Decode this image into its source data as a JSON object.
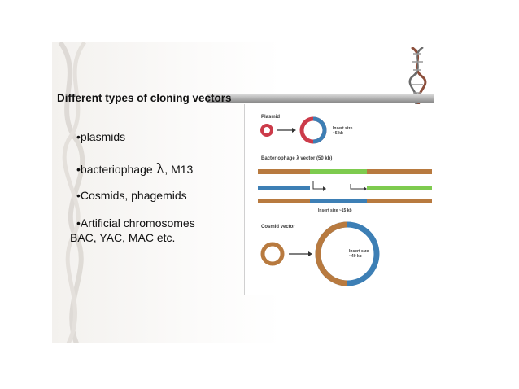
{
  "slide": {
    "title": "Different types of cloning vectors",
    "bullets": [
      {
        "text": "•plasmids"
      },
      {
        "text_before": "•bacteriophage ",
        "symbol": "λ",
        "text_after": ", M13"
      },
      {
        "text": "•Cosmids, phagemids"
      },
      {
        "line1": "•Artificial chromosomes",
        "line2": "BAC, YAC, MAC etc."
      }
    ]
  },
  "figure": {
    "plasmid_label": "Plasmid",
    "plasmid_insert_line1": "Insert size",
    "plasmid_insert_line2": "~5 kb",
    "lambda_label": "Bacteriophage λ vector (50 kb)",
    "lambda_insert": "Insert size ~15 kb",
    "cosmid_label": "Cosmid vector",
    "cosmid_insert_line1": "Insert size",
    "cosmid_insert_line2": "~40 kb"
  },
  "colors": {
    "vector_brown": "#b87a3f",
    "insert_blue": "#3d7fb5",
    "plasmid_red": "#cc3b4a",
    "phage_green": "#7ecb4f"
  }
}
